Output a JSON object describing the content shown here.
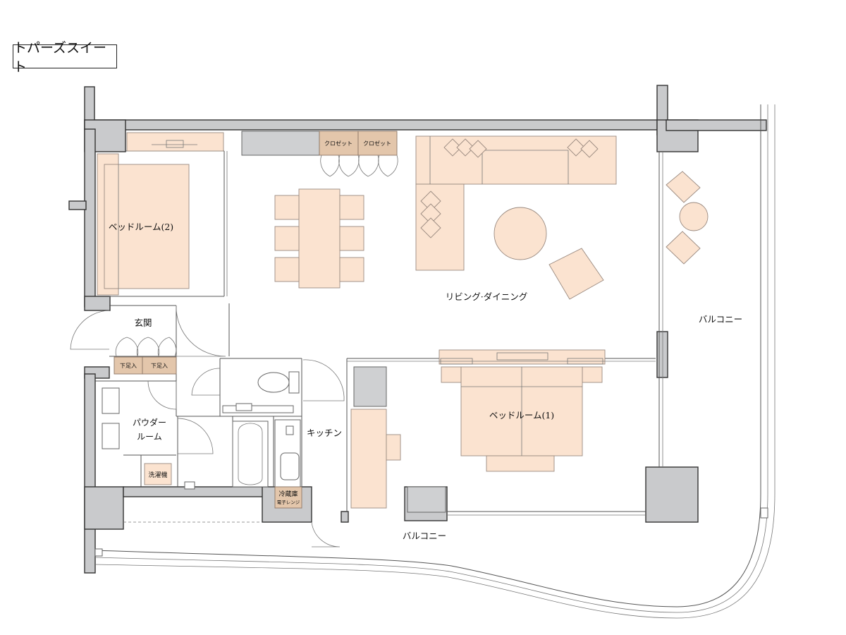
{
  "title": "トパーズスイート",
  "rooms": {
    "bedroom2": "ベッドルーム(2)",
    "living": "リビング·ダイニング",
    "balcony_right": "バルコニー",
    "entrance": "玄関",
    "powder_line1": "パウダー",
    "powder_line2": "ルーム",
    "kitchen": "キッチン",
    "bedroom1": "ベッドルーム(1)",
    "balcony_bottom": "バルコニー"
  },
  "fixtures": {
    "closet1": "クロゼット",
    "closet2": "クロゼット",
    "shoe1": "下足入",
    "shoe2": "下足入",
    "washer": "洗濯機",
    "fridge": "冷蔵庫",
    "microwave": "電子レンジ"
  },
  "colors": {
    "wall": "#c9cacc",
    "furniture": "#fbe3d0",
    "cabinet": "#e3c6ab"
  }
}
